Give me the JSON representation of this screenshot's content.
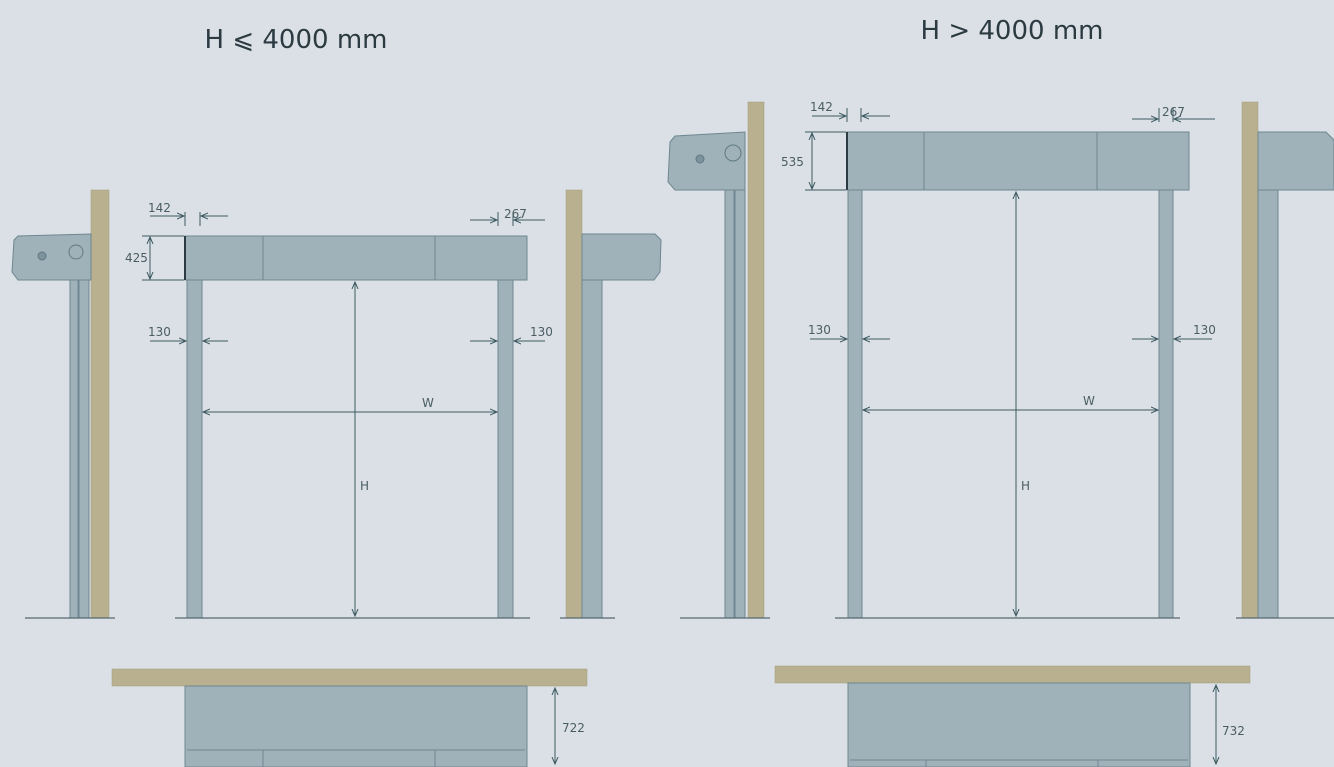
{
  "labels": {
    "title_left": "H ⩽ 4000 mm",
    "title_right": "H > 4000 mm",
    "left": {
      "d142": "142",
      "d267": "267",
      "d425": "425",
      "d130_left": "130",
      "d130_right": "130",
      "w": "W",
      "h": "H",
      "d722": "722"
    },
    "right": {
      "d142": "142",
      "d267": "267",
      "d535": "535",
      "d130_left": "130",
      "d130_right": "130",
      "w": "W",
      "h": "H",
      "d732": "732"
    }
  },
  "colors": {
    "background": "#dbe0e6",
    "door_steel": "#9fb1b9",
    "wall_concrete": "#b8b08f",
    "dimension_line": "#3c5a60"
  }
}
